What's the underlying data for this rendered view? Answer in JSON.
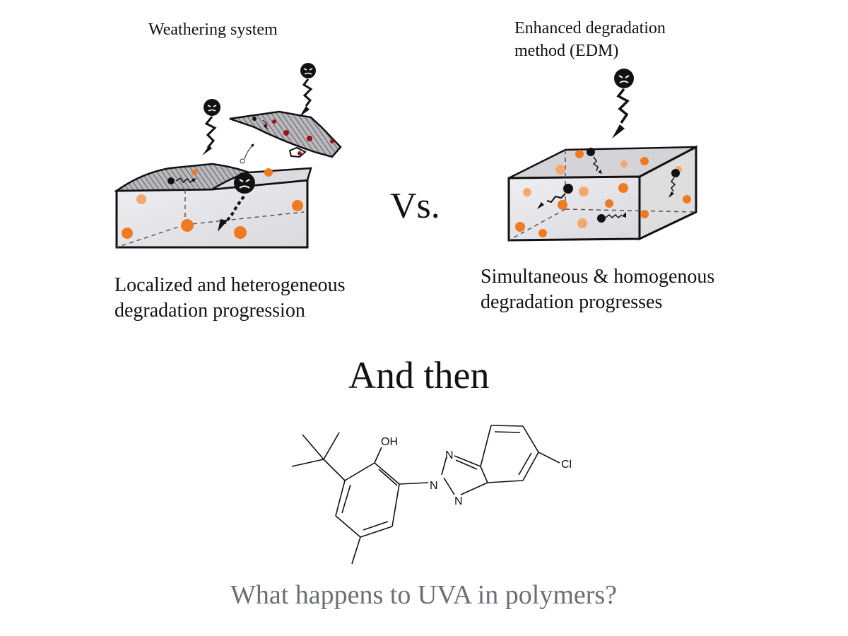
{
  "left_panel": {
    "title": "Weathering system",
    "caption_line1": "Localized and heterogeneous",
    "caption_line2": "degradation progression"
  },
  "right_panel": {
    "title_line1": "Enhanced degradation",
    "title_line2": "method (EDM)",
    "caption_line1": "Simultaneous & homogenous",
    "caption_line2": "degradation progresses"
  },
  "vs_text": "Vs.",
  "and_then_text": "And then",
  "molecule": {
    "oh_label": "OH",
    "n1_label": "N",
    "n2_label": "N",
    "n3_label": "N",
    "cl_label": "Cl"
  },
  "question_text": "What happens to UVA in polymers?",
  "colors": {
    "particle": "#f07a1f",
    "particle_light": "#f4a870",
    "radical": "#111111",
    "block_fill": "#e4e4e7",
    "question": "#6b6e74"
  }
}
